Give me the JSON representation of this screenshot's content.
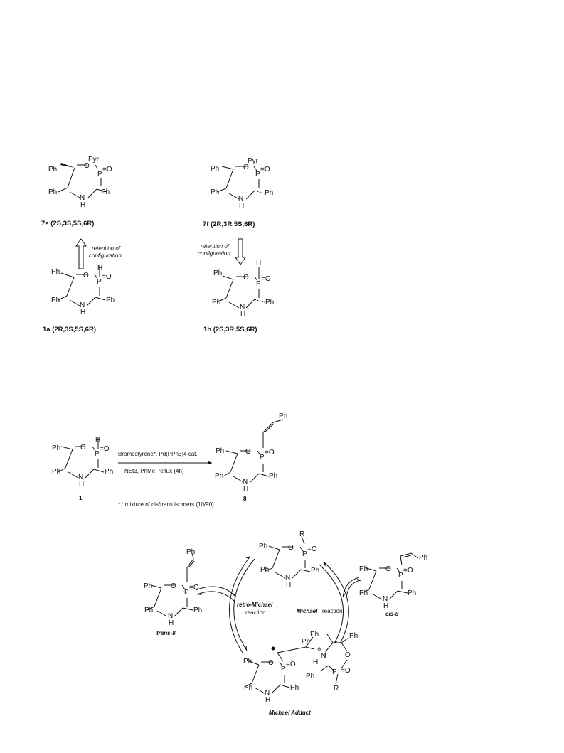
{
  "atoms": {
    "ph": "Ph",
    "o": "O",
    "p": "P",
    "n": "N",
    "h": "H",
    "pyr": "Pyr",
    "r": "R",
    "eqo": "=O",
    "charge_plus": "⊕"
  },
  "scheme1": {
    "c7e": "7e (2S,3S,5S,6R)",
    "c7f": "7f (2R,3R,5S,6R)",
    "c1a": "1a (2R,3S,5S,6R)",
    "c1b": "1b (2S,3R,5S,6R)",
    "ret_left_1": "retention of",
    "ret_left_2": "configuration",
    "ret_right_1": "retention of",
    "ret_right_2": "configuration"
  },
  "scheme2": {
    "reagents": "Bromostyrene*, Pd(PPh3)4 cat.",
    "conditions": "NEt3, PhMe, reflux (4h)",
    "num_start": "1",
    "num_product": "8",
    "footnote": "* : mixture of cis/trans isomers (10/90)"
  },
  "scheme3": {
    "trans": "trans-8",
    "cis": "cis-8",
    "retro_1": "retro-Michael",
    "retro_2": "reaction",
    "michael_1": "Michael",
    "michael_2": "reaction",
    "adduct": "Michael Adduct"
  }
}
